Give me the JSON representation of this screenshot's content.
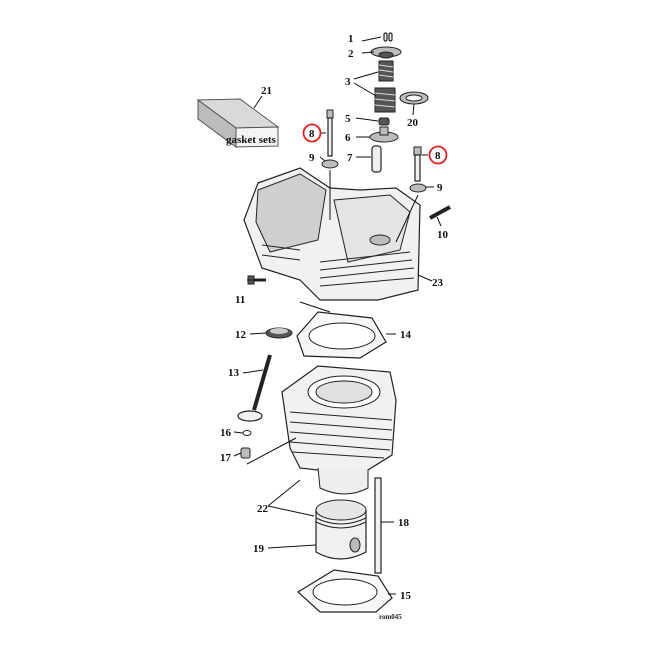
{
  "diagram": {
    "drawing_code": "rom045",
    "gasket_box_label": "gasket sets",
    "highlight_color": "#e02020",
    "highlighted_part": "8",
    "callouts": {
      "p1": "1",
      "p2": "2",
      "p3": "3",
      "p5": "5",
      "p6": "6",
      "p7": "7",
      "p8a": "8",
      "p8b": "8",
      "p9a": "9",
      "p9b": "9",
      "p10": "10",
      "p11": "11",
      "p12": "12",
      "p13": "13",
      "p14": "14",
      "p15": "15",
      "p16": "16",
      "p17": "17",
      "p18": "18",
      "p19": "19",
      "p20": "20",
      "p21": "21",
      "p22": "22",
      "p23": "23"
    }
  }
}
